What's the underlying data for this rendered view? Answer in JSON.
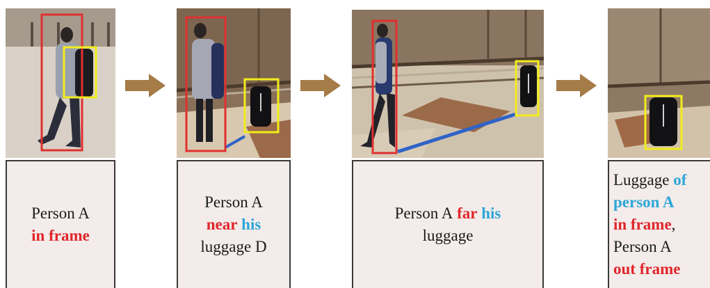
{
  "colors": {
    "highlight_red": "#e0262b",
    "highlight_blue": "#2da6d8",
    "arrow": "#a57b48",
    "caption_bg": "#f3ecea",
    "person_box": "#e03030",
    "luggage_box": "#f2ec1c",
    "distance_line": "#2f63c8"
  },
  "panels": [
    {
      "caption": {
        "l1": "Person A",
        "l2": "in frame"
      }
    },
    {
      "caption": {
        "l1": "Person A",
        "l2a": "near",
        "l2b": "his",
        "l3": "luggage D"
      }
    },
    {
      "caption": {
        "l1a": "Person A",
        "l1b": "far",
        "l1c": "his",
        "l2": "luggage"
      }
    },
    {
      "caption": {
        "l1a": "Luggage",
        "l1b": "of",
        "l2": "person A",
        "l3": "in frame",
        "l3b": ",",
        "l4": "Person A",
        "l5": "out frame"
      }
    }
  ],
  "arrows": [
    {
      "icon": "right-arrow-icon"
    },
    {
      "icon": "right-arrow-icon"
    },
    {
      "icon": "right-arrow-icon"
    }
  ]
}
